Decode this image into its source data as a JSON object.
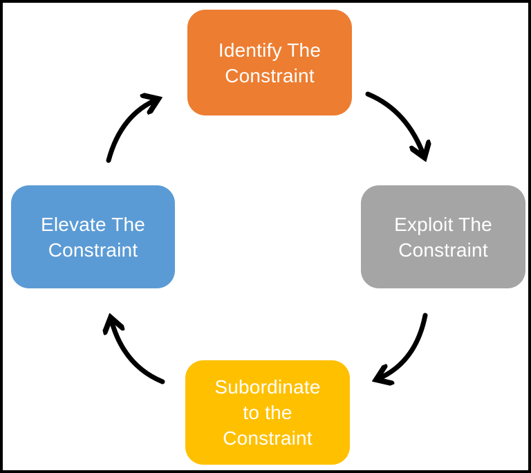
{
  "canvas": {
    "background": "#FFFFFF",
    "frame_color": "#000000",
    "arrow_color": "#000000"
  },
  "diagram": {
    "type": "cycle",
    "topic": "Theory of Constraints continuous improvement cycle",
    "nodes": [
      {
        "id": "identify-the-constraint",
        "position": "top",
        "label": "Identify The Constraint",
        "lines": [
          "Identify The",
          "Constraint"
        ],
        "fill": "#ED7D31",
        "text_color": "#FFFFFF"
      },
      {
        "id": "exploit-the-constraint",
        "position": "right",
        "label": "Exploit The Constraint",
        "lines": [
          "Exploit The",
          "Constraint"
        ],
        "fill": "#A5A5A5",
        "text_color": "#FFFFFF"
      },
      {
        "id": "subordinate-to-the-constraint",
        "position": "bottom",
        "label": "Subordinate to the Constraint",
        "lines": [
          "Subordinate",
          "to the",
          "Constraint"
        ],
        "fill": "#FFC000",
        "text_color": "#FFFFFF"
      },
      {
        "id": "elevate-the-constraint",
        "position": "left",
        "label": "Elevate The Constraint",
        "lines": [
          "Elevate The",
          "Constraint"
        ],
        "fill": "#5B9BD5",
        "text_color": "#FFFFFF"
      }
    ],
    "arrows": [
      {
        "from": "identify-the-constraint",
        "to": "exploit-the-constraint",
        "corner": "top-right",
        "color": "#000000"
      },
      {
        "from": "exploit-the-constraint",
        "to": "subordinate-to-the-constraint",
        "corner": "bottom-right",
        "color": "#000000"
      },
      {
        "from": "subordinate-to-the-constraint",
        "to": "elevate-the-constraint",
        "corner": "bottom-left",
        "color": "#000000"
      },
      {
        "from": "elevate-the-constraint",
        "to": "identify-the-constraint",
        "corner": "top-left",
        "color": "#000000"
      }
    ]
  }
}
